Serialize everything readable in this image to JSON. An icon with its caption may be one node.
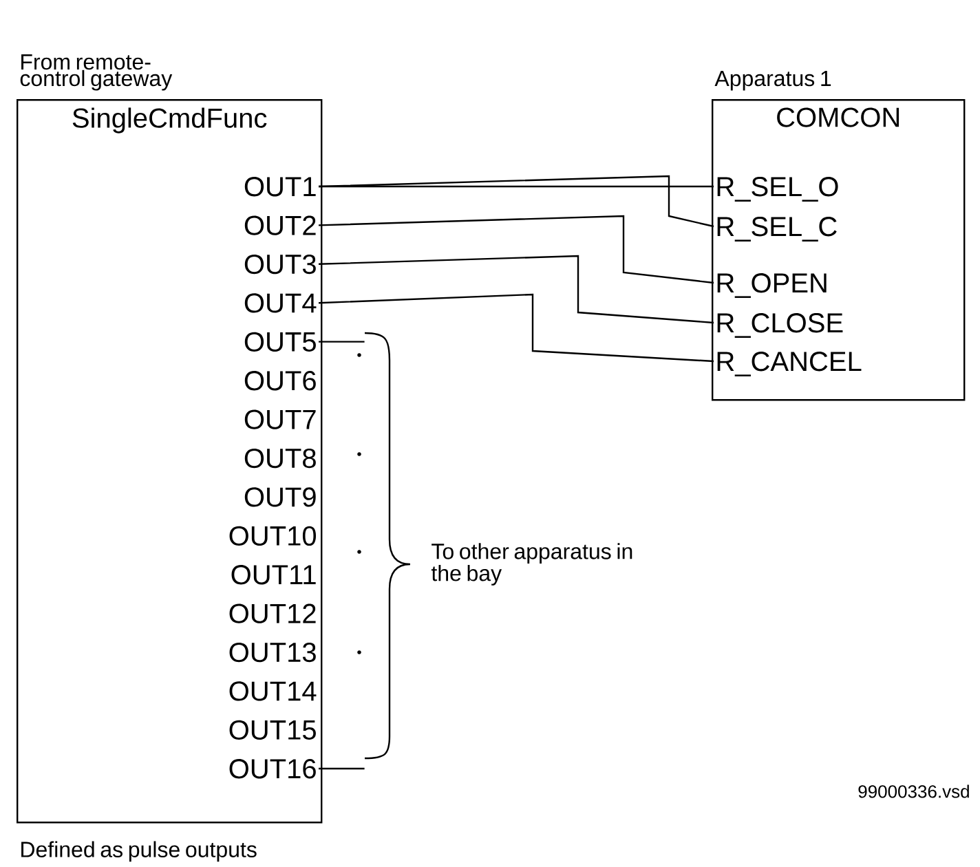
{
  "diagram": {
    "nodes": [
      {
        "text": [
          "SingleCmdFunc"
        ],
        "beside": [
          "From remote-control gateway",
          "Defined as pulse outputs"
        ]
      },
      {
        "text": [
          "OUT1"
        ],
        "in": 0
      },
      {
        "text": [
          "OUT2"
        ],
        "in": 0
      },
      {
        "text": [
          "OUT3"
        ],
        "in": 0
      },
      {
        "text": [
          "OUT4"
        ],
        "in": 0
      },
      {
        "text": [
          "OUT5"
        ],
        "in": 0
      },
      {
        "text": [
          "OUT6"
        ],
        "in": 0
      },
      {
        "text": [
          "OUT7"
        ],
        "in": 0
      },
      {
        "text": [
          "OUT8"
        ],
        "in": 0
      },
      {
        "text": [
          "OUT9"
        ],
        "in": 0
      },
      {
        "text": [
          "OUT10"
        ],
        "in": 0
      },
      {
        "text": [
          "OUT11"
        ],
        "in": 0
      },
      {
        "text": [
          "OUT12"
        ],
        "in": 0
      },
      {
        "text": [
          "OUT13"
        ],
        "in": 0
      },
      {
        "text": [
          "OUT14"
        ],
        "in": 0
      },
      {
        "text": [
          "OUT15"
        ],
        "in": 0
      },
      {
        "text": [
          "OUT16"
        ],
        "in": 0
      },
      {
        "text": [
          "COMCON"
        ],
        "beside": [
          "Apparatus 1"
        ]
      },
      {
        "text": [
          "R_SEL_O"
        ],
        "in": 17
      },
      {
        "text": [
          "R_SEL_C"
        ],
        "in": 17
      },
      {
        "text": [
          "R_OPEN"
        ],
        "in": 17
      },
      {
        "text": [
          "R_CLOSE"
        ],
        "in": 17
      },
      {
        "text": [
          "R_CANCEL"
        ],
        "in": 17
      },
      {
        "text": [],
        "shape": "brace"
      }
    ],
    "edges": [
      {
        "from": 1,
        "to": 18,
        "arrow": "none"
      },
      {
        "from": 1,
        "to": 19,
        "arrow": "none"
      },
      {
        "from": 2,
        "to": 20,
        "arrow": "none"
      },
      {
        "from": 3,
        "to": 21,
        "arrow": "none"
      },
      {
        "from": 4,
        "to": 22,
        "arrow": "none"
      },
      {
        "from": 5,
        "to": 23,
        "arrow": "none"
      },
      {
        "from": 16,
        "to": 23,
        "arrow": "none"
      }
    ],
    "labels": [
      "To other apparatus in the bay",
      "99000336.vsd"
    ]
  }
}
